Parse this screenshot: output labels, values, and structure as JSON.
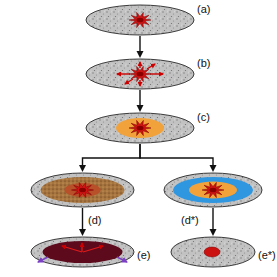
{
  "diagram": {
    "nodes": [
      {
        "text": [
          "(a)"
        ]
      },
      {
        "text": [
          "(b)"
        ]
      },
      {
        "text": [
          "(c)"
        ]
      },
      {
        "text": [
          "(d)"
        ]
      },
      {
        "text": [
          "(d*)"
        ]
      },
      {
        "text": [
          "(e)"
        ]
      },
      {
        "text": [
          "(e*)"
        ]
      }
    ],
    "edges": [
      {
        "from": 0,
        "to": 1,
        "arrow": "to"
      },
      {
        "from": 1,
        "to": 2,
        "arrow": "to"
      },
      {
        "from": 2,
        "to": 3,
        "arrow": "to"
      },
      {
        "from": 2,
        "to": 4,
        "arrow": "to"
      },
      {
        "from": 3,
        "to": 5,
        "arrow": "to"
      },
      {
        "from": 4,
        "to": 6,
        "arrow": "to"
      }
    ]
  }
}
